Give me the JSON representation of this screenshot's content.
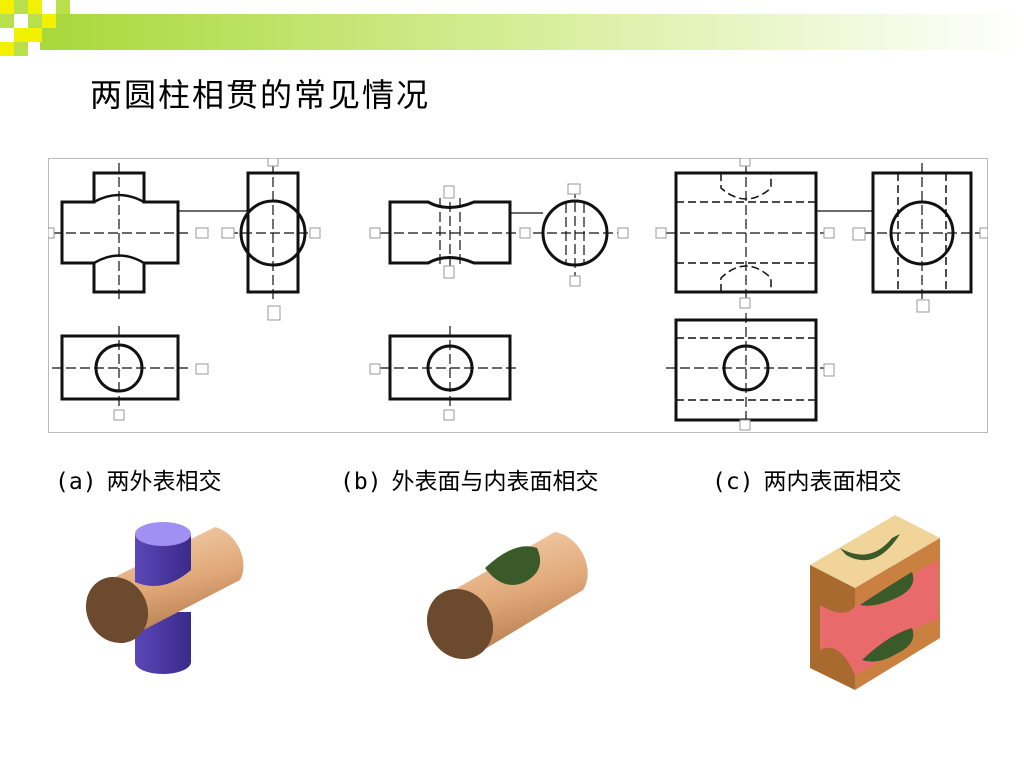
{
  "slide": {
    "title": "两圆柱相贯的常见情况"
  },
  "captions": [
    {
      "tag": "(a)",
      "text": "两外表相交"
    },
    {
      "tag": "(b)",
      "text": "外表面与内表面相交"
    },
    {
      "tag": "(c)",
      "text": "两内表面相交"
    }
  ],
  "colors": {
    "header_green": "#b8e04a",
    "header_yellow": "#f2f200",
    "drawing_line": "#111111",
    "cylinder_tan": "#e8b58a",
    "cylinder_dark": "#6b4a2e",
    "cylinder_purple": "#9a8cf0",
    "hole_green": "#3a5a2a",
    "inner_pink": "#e86a6a",
    "block_tan": "#f0d49a"
  }
}
